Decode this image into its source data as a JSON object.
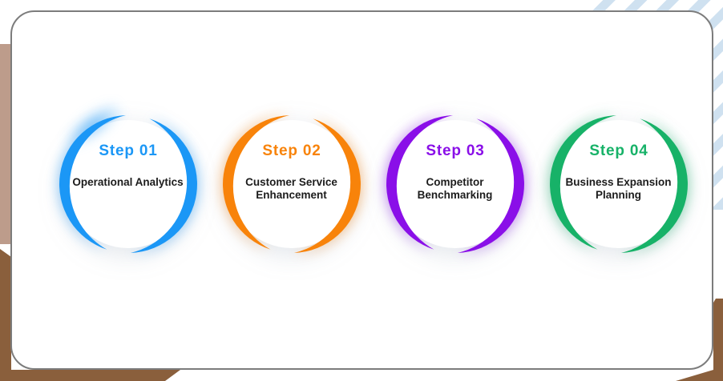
{
  "title": "Four step business process infographic",
  "steps": [
    {
      "title": "Step 01",
      "subtitle": "Operational Analytics",
      "color": "#1B97F6"
    },
    {
      "title": "Step 02",
      "subtitle": "Customer Service Enhancement",
      "color": "#F8830A"
    },
    {
      "title": "Step 03",
      "subtitle": "Competitor Benchmarking",
      "color": "#8A0FE8"
    },
    {
      "title": "Step 04",
      "subtitle": "Business Expansion Planning",
      "color": "#17B268"
    }
  ],
  "background": {
    "stripes_color": "#cfe1f0",
    "tan_bar_color": "#bd9c8b",
    "brown_color": "#8a5f3c"
  },
  "text_color": "#1c1c1c"
}
